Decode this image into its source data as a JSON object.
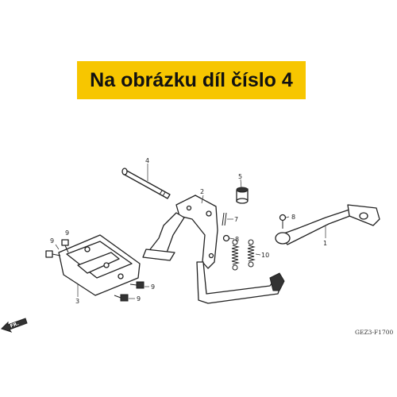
{
  "banner": {
    "text": "Na obrázku díl číslo 4",
    "background": "#f7c600"
  },
  "diagram_code": "GEZ3-F1700",
  "direction_label": "FR.",
  "callouts": {
    "c1": "1",
    "c2": "2",
    "c3": "3",
    "c4": "4",
    "c5": "5",
    "c7": "7",
    "c8a": "8",
    "c8b": "8",
    "c9a": "9",
    "c9b": "9",
    "c9c": "9",
    "c9d": "9",
    "c10": "10"
  }
}
